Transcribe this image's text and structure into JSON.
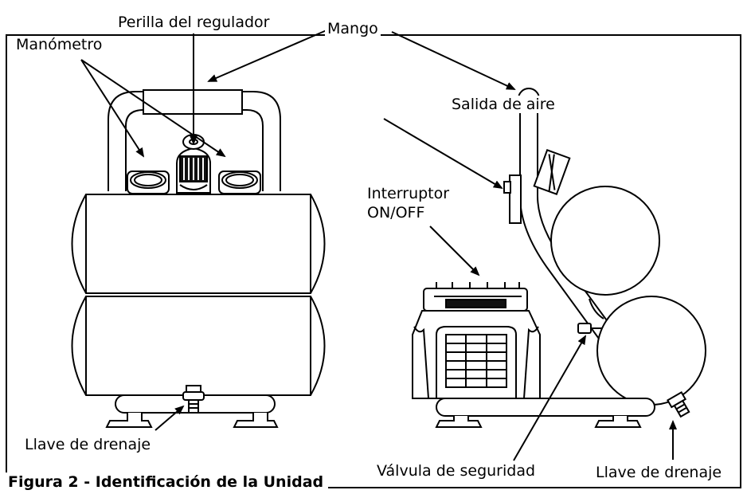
{
  "figure": {
    "caption": "Figura 2 - Identificación de la Unidad",
    "labels": {
      "manometro": "Manómetro",
      "perilla": "Perilla del regulador",
      "mango": "Mango",
      "salida": "Salida de aire",
      "interruptor_line1": "Interruptor",
      "interruptor_line2": "ON/OFF",
      "llave_left": "Llave de drenaje",
      "valvula": "Válvula de seguridad",
      "llave_right": "Llave de drenaje"
    }
  }
}
